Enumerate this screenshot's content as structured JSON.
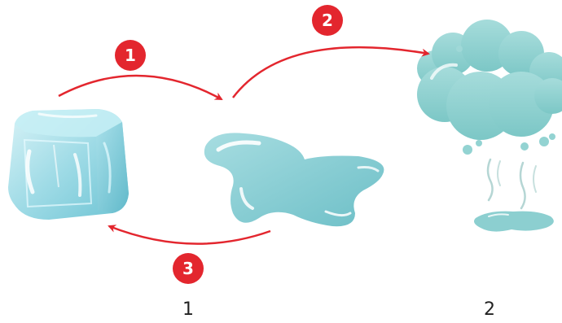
{
  "steps": [
    {
      "id": 1,
      "label": "1"
    },
    {
      "id": 2,
      "label": "2"
    },
    {
      "id": 3,
      "label": "3"
    }
  ],
  "captions": {
    "left": "1",
    "right": "2"
  },
  "colors": {
    "arrow": "#e3262e",
    "badge": "#e3262e",
    "ice_light": "#bfe8f0",
    "ice_mid": "#8fd3e0",
    "water": "#86cdd3",
    "cloud": "#93d3d2",
    "rain": "#b5d6d4"
  },
  "icons": [
    "ice-cube-icon",
    "water-puddle-icon",
    "rain-cloud-icon"
  ]
}
